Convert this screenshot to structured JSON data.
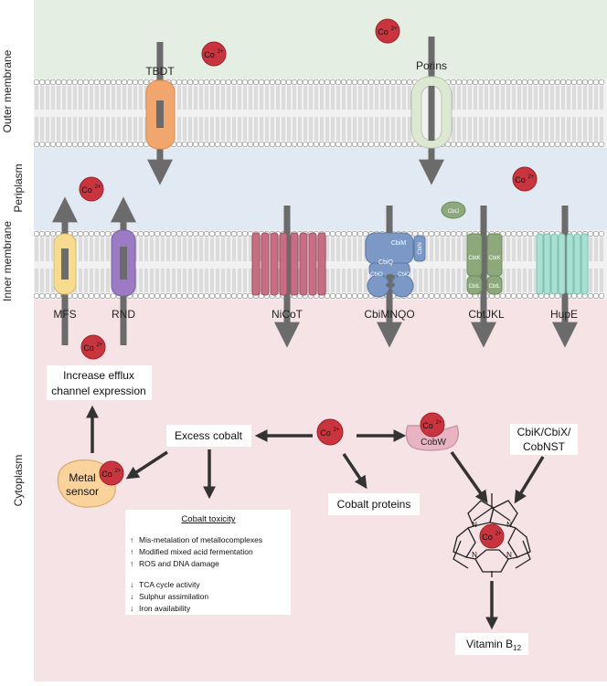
{
  "regions": {
    "outer_membrane": "Outer membrane",
    "periplasm": "Periplasm",
    "inner_membrane": "Inner membrane",
    "cytoplasm": "Cytoplasm"
  },
  "ion": {
    "symbol": "Co",
    "charge": "2+"
  },
  "transporters": {
    "tbdt": "TBDT",
    "porins": "Porins",
    "mfs": "MFS",
    "rnd": "RND",
    "nicot": "NiCoT",
    "cbimnqo": "CbiMNQO",
    "cbtjkl": "CbtJKL",
    "hupe": "HupE"
  },
  "subunits": {
    "cbim": "CbiM",
    "cbin": "CbiN",
    "cbiq": "CbiQ",
    "cbio_1": "CbiO",
    "cbio_2": "CbiO",
    "cbtj": "CbtJ",
    "cbtk_1": "CbtK",
    "cbtk_2": "CbtK",
    "cbtl_1": "CbtL",
    "cbtl_2": "CbtL"
  },
  "boxes": {
    "efflux_line1": "Increase efflux",
    "efflux_line2": "channel expression",
    "excess_cobalt": "Excess cobalt",
    "metal_sensor_line1": "Metal",
    "metal_sensor_line2": "sensor",
    "cobalt_proteins": "Cobalt proteins",
    "cobw": "CobW",
    "cbik_line1": "CbiK/CbiX/",
    "cbik_line2": "CobNST",
    "vitamin_base": "Vitamin B",
    "vitamin_sub": "12"
  },
  "toxicity": {
    "title": "Cobalt toxicity",
    "increases": [
      "Mis-metalation of metallocomplexes",
      "Modified mixed acid fermentation",
      "ROS and DNA damage"
    ],
    "decreases": [
      "TCA cycle activity",
      "Sulphur assimilation",
      "Iron availability"
    ],
    "up_arrow": "↑",
    "down_arrow": "↓"
  },
  "corrin": {
    "n_atom": "N"
  },
  "colors": {
    "outer_bg": "#e5eee2",
    "periplasm_bg": "#e1e9f3",
    "cytoplasm_bg": "#f6e3e6",
    "cobalt": "#c9353f",
    "tbdt": "#f0a66c",
    "porin": "#dde8d2",
    "mfs": "#f7dc8f",
    "rnd": "#9b7bc4",
    "nicot": "#c66e82",
    "cbi": "#7b98c6",
    "cbt": "#8da97c",
    "hupe": "#a8e0d2",
    "metal_sensor": "#f9d29c",
    "cobw": "#e8b4c3",
    "arrow": "#6b6b6b",
    "dark_arrow": "#333333"
  }
}
